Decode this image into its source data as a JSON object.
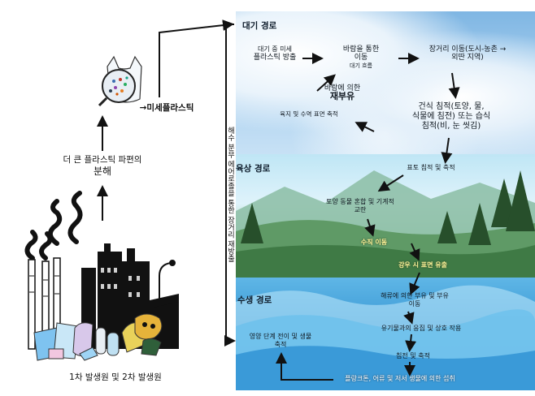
{
  "left": {
    "microplastic": "→미세플라스틱",
    "breakdown_line1": "더 큰 플라스틱 파편의",
    "breakdown_line2": "분해",
    "source": "1차 발생원 및 2차 발생원"
  },
  "side": {
    "vertical_text": "해수 분무 에어로졸을 통한 장거리 재방출"
  },
  "air": {
    "title": "대기 경로",
    "emission_line1": "대기 중 미세",
    "emission_line2": "플라스틱 방출",
    "wind_line1": "바람을 통한",
    "wind_line2": "이동",
    "wind_line3": "대기 흐름",
    "long_range_line1": "장거리 이동(도시-농촌 →",
    "long_range_line2": "외딴 지역)",
    "resuspension_line1": "바람에 의한",
    "resuspension_line2": "재부유",
    "land_water_deposit": "육지 및 수역 표면 축적",
    "deposition_line1": "건식 침적(토양, 물,",
    "deposition_line2": "식물에 침전) 또는 습식",
    "deposition_line3": "침적(비, 눈 씻김)"
  },
  "land": {
    "title": "육상 경로",
    "topsoil": "표토 침적 및 축적",
    "mixing_line1": "토양 동물 혼합 및 기계적",
    "mixing_line2": "교란",
    "vertical_move": "수직 이동",
    "runoff": "강우 시 표면 유출"
  },
  "water": {
    "title": "수생 경로",
    "current_line1": "해류에 의한 부유 및 부유",
    "current_line2": "이동",
    "organic": "유기물과의 응집 및 상호 작용",
    "sediment": "침전 및 축적",
    "ingestion": "플랑크톤, 어류 및 저서 생물에 의한 섭취",
    "trophic_line1": "영양 단계 전이 및 생물",
    "trophic_line2": "축적"
  },
  "colors": {
    "arrow": "#111111",
    "air_sky": "#9cc8ec",
    "land_green": "#4f8f4f",
    "water_blue": "#2e8fcf"
  }
}
